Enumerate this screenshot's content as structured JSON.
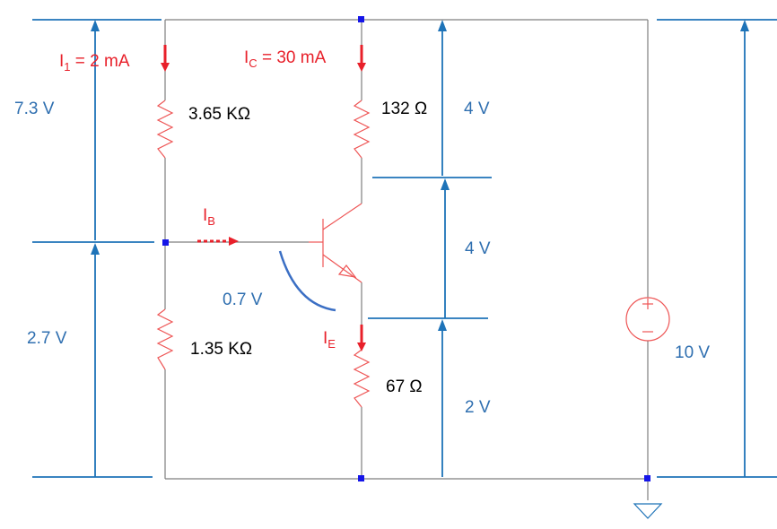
{
  "labels": {
    "i1": "I",
    "i1_sub": "1",
    "i1_rest": " = 2 mA",
    "ic": "I",
    "ic_sub": "C",
    "ic_rest": " = 30 mA",
    "ib": "I",
    "ib_sub": "B",
    "ie": "I",
    "ie_sub": "E",
    "r1": "3.65 KΩ",
    "r2": "1.35 KΩ",
    "rc": "132 Ω",
    "re": "67 Ω",
    "v_top_left": "7.3 V",
    "v_bottom_left": "2.7 V",
    "v_vbe": "0.7 V",
    "v_rc": "4 V",
    "v_ce": "4 V",
    "v_re": "2 V",
    "v_supply": "10 V"
  },
  "colors": {
    "wire": "#7f7f7f",
    "component": "#ee5555",
    "current": "#e8202a",
    "measurement": "#1e73b8",
    "node": "#1515e8"
  },
  "icons": [
    "voltage-source-icon",
    "ground-icon",
    "npn-transistor-icon",
    "resistor-icon"
  ]
}
